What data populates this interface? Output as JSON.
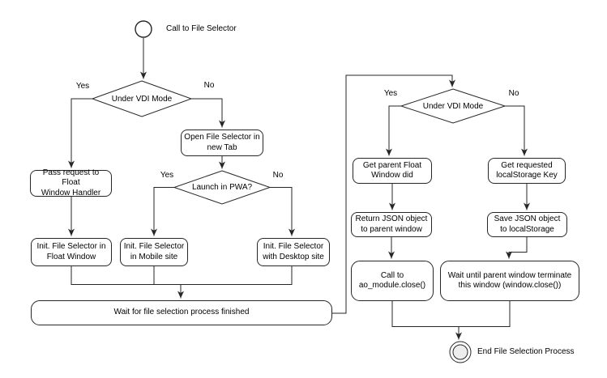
{
  "flowchart": {
    "start": {
      "label": "Call to File Selector"
    },
    "end": {
      "label": "End File Selection Process"
    },
    "branch": {
      "yes": "Yes",
      "no": "No"
    },
    "decisions": {
      "vdi_left": {
        "label": "Under VDI Mode"
      },
      "pwa": {
        "label": "Launch in PWA?"
      },
      "vdi_right": {
        "label": "Under VDI Mode"
      }
    },
    "processes": {
      "pass_request": {
        "label": "Pass request to Float\nWindow Handler"
      },
      "open_tab": {
        "label": "Open File Selector in\nnew Tab"
      },
      "init_float": {
        "label": "Init. File Selector in\nFloat Window"
      },
      "init_mobile": {
        "label": "Init. File Selector\nin Mobile site"
      },
      "init_desktop": {
        "label": "Init. File Selector\nwith Desktop site"
      },
      "wait_selection": {
        "label": "Wait for file selection process finished"
      },
      "get_parent_float": {
        "label": "Get parent Float\nWindow did"
      },
      "get_localstorage": {
        "label": "Get requested\nlocalStorage Key"
      },
      "return_json": {
        "label": "Return JSON object\nto parent window"
      },
      "save_json": {
        "label": "Save JSON object\nto localStorage"
      },
      "call_close": {
        "label": "Call to\nao_module.close()"
      },
      "wait_terminate": {
        "label": "Wait until parent window terminate\nthis window (window.close())"
      }
    },
    "colors": {
      "line": "#262626",
      "node_fill": "#ffffff",
      "end_inner_fill": "#ededed"
    }
  }
}
